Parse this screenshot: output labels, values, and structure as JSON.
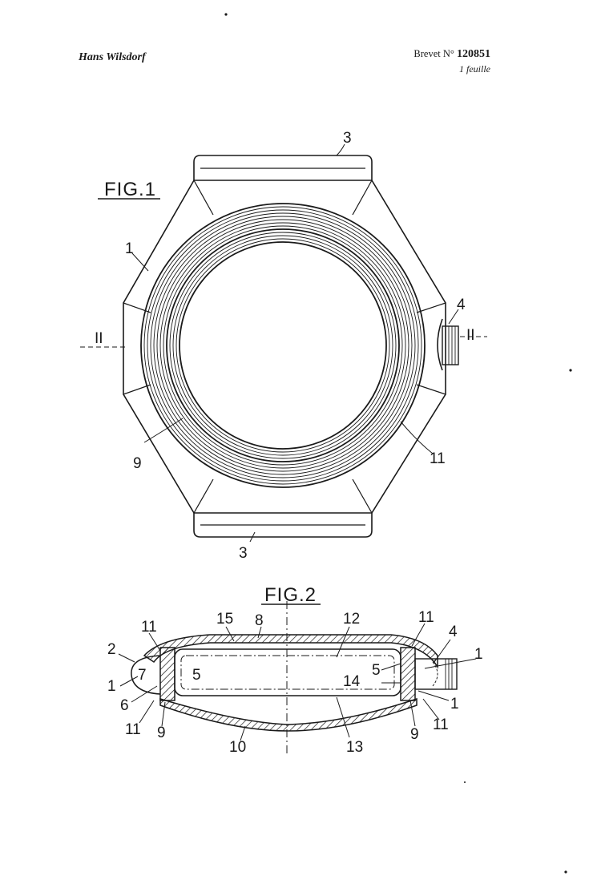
{
  "header": {
    "inventor": "Hans Wilsdorf",
    "brevet_prefix": "Brevet N°",
    "brevet_number": "120851",
    "sheets": "1 feuille"
  },
  "figure1": {
    "title": "FIG.1",
    "labels": {
      "case": "1",
      "lug_top": "3",
      "lug_bottom": "3",
      "crown": "4",
      "bezel": "9",
      "ring": "11",
      "section_left": "II",
      "section_right": "II"
    }
  },
  "figure2": {
    "title": "FIG.2",
    "labels": {
      "l11a": "11",
      "l15": "15",
      "l8": "8",
      "l12": "12",
      "l11b": "11",
      "l4": "4",
      "l2": "2",
      "l7": "7",
      "l5a": "5",
      "l5b": "5",
      "l14": "14",
      "l1a": "1",
      "l1b": "1",
      "l1c": "1",
      "l6": "6",
      "l11c": "11",
      "l9a": "9",
      "l10": "10",
      "l13": "13",
      "l9b": "9",
      "l11d": "11"
    }
  }
}
